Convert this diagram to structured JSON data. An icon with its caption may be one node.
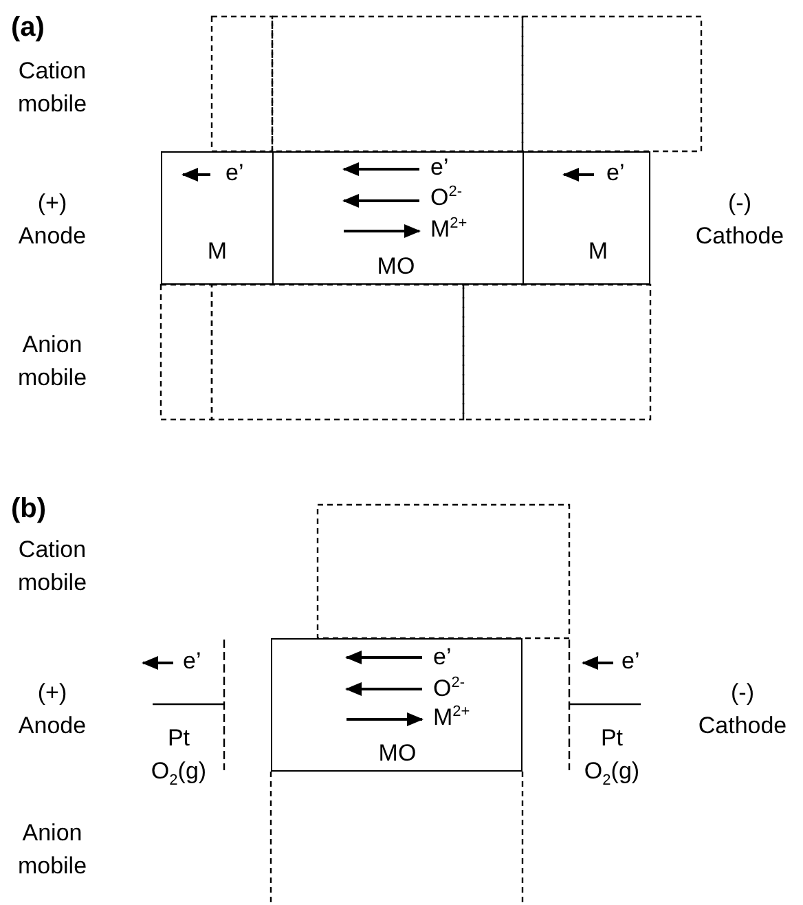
{
  "diagram": {
    "nodes": [
      {
        "text": [
          "e’",
          "M"
        ]
      },
      {
        "text": [
          "e’",
          "O$^{2-}$",
          "M$^{2+}$",
          "MO"
        ]
      },
      {
        "text": [
          "e’",
          "M"
        ]
      },
      {
        "text": [
          "e’",
          "O$^{2-}$",
          "M$^{2+}$",
          "MO"
        ]
      }
    ],
    "labels": [
      "(a)",
      "Cation mobile",
      "(+) Anode",
      "(-) Cathode",
      "Anion mobile",
      "(b)",
      "Cation mobile",
      "e’",
      "e’",
      "(+) Anode",
      "Pt O$_{2}$(g)",
      "(-) Cathode",
      "Pt O$_{2}$(g)",
      "Anion mobile"
    ]
  }
}
